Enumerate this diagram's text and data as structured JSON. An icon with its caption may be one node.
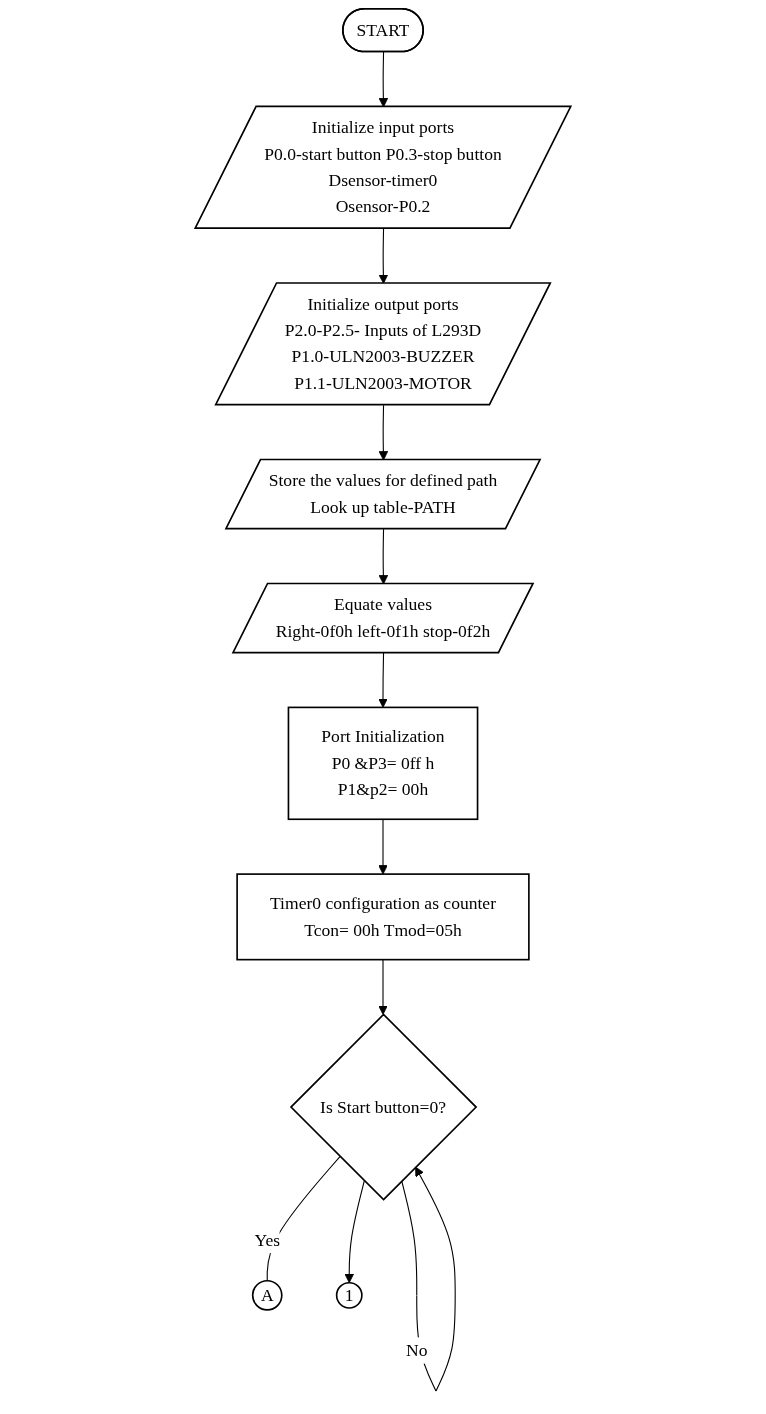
{
  "diagram": {
    "nodes": [
      {
        "text": [
          "START"
        ]
      },
      {
        "text": [
          "Initialize input ports",
          "P0.0-start button P0.3-stop button",
          "Dsensor-timer0",
          "Osensor-P0.2"
        ]
      },
      {
        "text": [
          "Initialize output ports",
          "P2.0-P2.5- Inputs of L293D",
          "P1.0-ULN2003-BUZZER",
          "P1.1-ULN2003-MOTOR"
        ]
      },
      {
        "text": [
          "Store the values for defined path",
          "Look up table-PATH"
        ]
      },
      {
        "text": [
          "Equate values",
          "Right-0f0h left-0f1h stop-0f2h"
        ]
      },
      {
        "text": [
          "Port Initialization",
          "P0 &P3= 0ff h",
          "P1&p2= 00h"
        ]
      },
      {
        "text": [
          "Timer0 configuration as counter",
          "Tcon= 00h Tmod=05h"
        ]
      },
      {
        "text": [
          "Is Start button=0?"
        ]
      },
      {
        "text": [
          "A"
        ]
      },
      {
        "text": [
          "1"
        ]
      }
    ],
    "edges": [
      {
        "from": 0,
        "to": 1,
        "arrow": "to"
      },
      {
        "from": 1,
        "to": 2,
        "arrow": "to"
      },
      {
        "from": 2,
        "to": 3,
        "arrow": "to"
      },
      {
        "from": 3,
        "to": 4,
        "arrow": "to"
      },
      {
        "from": 4,
        "to": 5,
        "arrow": "to"
      },
      {
        "from": 5,
        "to": 6,
        "arrow": "to"
      },
      {
        "from": 6,
        "to": 7,
        "arrow": "to"
      },
      {
        "from": 7,
        "to": 7,
        "arrow": "to",
        "label": "No"
      },
      {
        "from": 7,
        "to": 8,
        "arrow": "none",
        "label": "Yes"
      },
      {
        "from": 7,
        "to": 9,
        "arrow": "to"
      }
    ]
  }
}
